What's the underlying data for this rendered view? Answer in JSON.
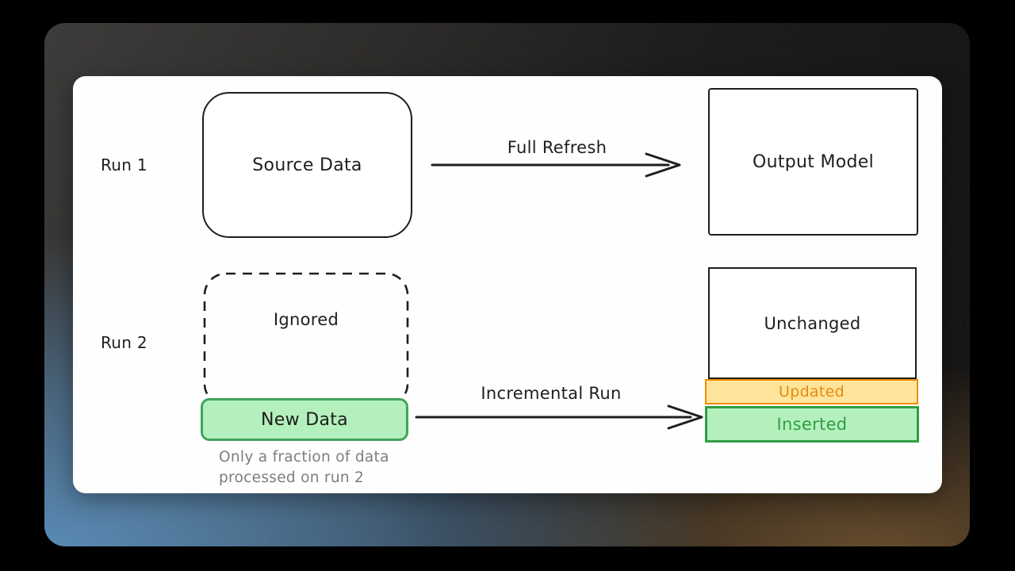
{
  "diagram": {
    "run1": {
      "label": "Run 1",
      "source_box_label": "Source Data",
      "arrow_label": "Full Refresh",
      "output_box_label": "Output Model"
    },
    "run2": {
      "label": "Run 2",
      "ignored_box_label": "Ignored",
      "new_data_box_label": "New Data",
      "caption_line1": "Only a fraction of data",
      "caption_line2": "processed on run 2",
      "arrow_label": "Incremental Run",
      "unchanged_box_label": "Unchanged",
      "updated_bar_label": "Updated",
      "inserted_bar_label": "Inserted"
    },
    "colors": {
      "ink": "#1e1e1e",
      "muted_caption": "#7d7d7d",
      "green_fill": "#b4f0bd",
      "green_stroke": "#2f9e44",
      "amber_fill": "#ffe59b",
      "amber_stroke": "#f08c00",
      "panel_blue": "#4a7fae",
      "panel_brown": "#6f4e26",
      "card_bg": "#fefefe"
    }
  }
}
